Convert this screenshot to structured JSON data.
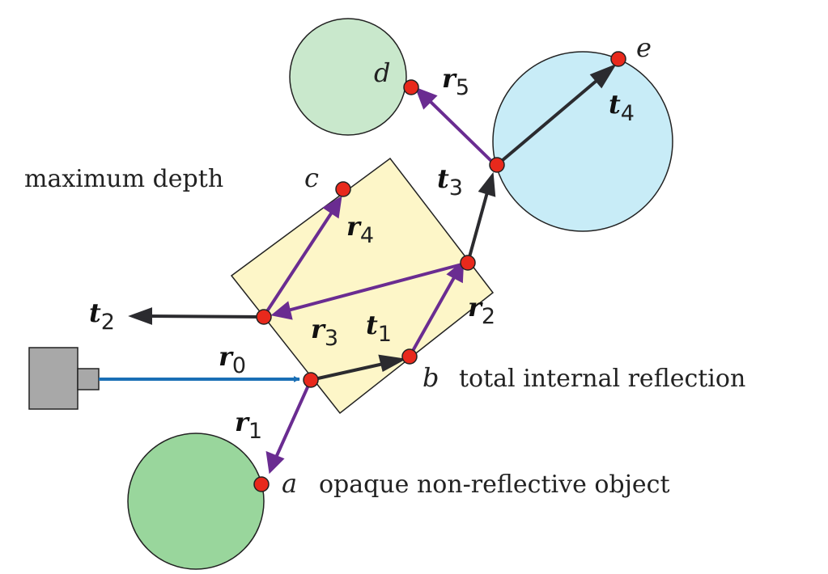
{
  "labels": {
    "a": "a",
    "b": "b",
    "c": "c",
    "d": "d",
    "e": "e",
    "desc_a": "opaque non-reflective object",
    "desc_b": "total internal reflection",
    "desc_c": "maximum depth"
  },
  "rays": {
    "r0": {
      "sym": "r",
      "sub": "0"
    },
    "r1": {
      "sym": "r",
      "sub": "1"
    },
    "r2": {
      "sym": "r",
      "sub": "2"
    },
    "r3": {
      "sym": "r",
      "sub": "3"
    },
    "r4": {
      "sym": "r",
      "sub": "4"
    },
    "r5": {
      "sym": "r",
      "sub": "5"
    },
    "t1": {
      "sym": "t",
      "sub": "1"
    },
    "t2": {
      "sym": "t",
      "sub": "2"
    },
    "t3": {
      "sym": "t",
      "sub": "3"
    },
    "t4": {
      "sym": "t",
      "sub": "4"
    }
  },
  "colors": {
    "primary_ray": "#1a6fb5",
    "reflected_ray": "#6a2c91",
    "transmitted_ray": "#2b2b2f",
    "intersection_point": "#e8291c",
    "glass_block": "#fdf6c8",
    "sphere_blue": "#c8ecf7",
    "sphere_green_dark": "#99d69c",
    "sphere_green_light": "#c9e8cc",
    "camera": "#a8a8a8"
  },
  "icons": {
    "camera": "camera-icon"
  }
}
